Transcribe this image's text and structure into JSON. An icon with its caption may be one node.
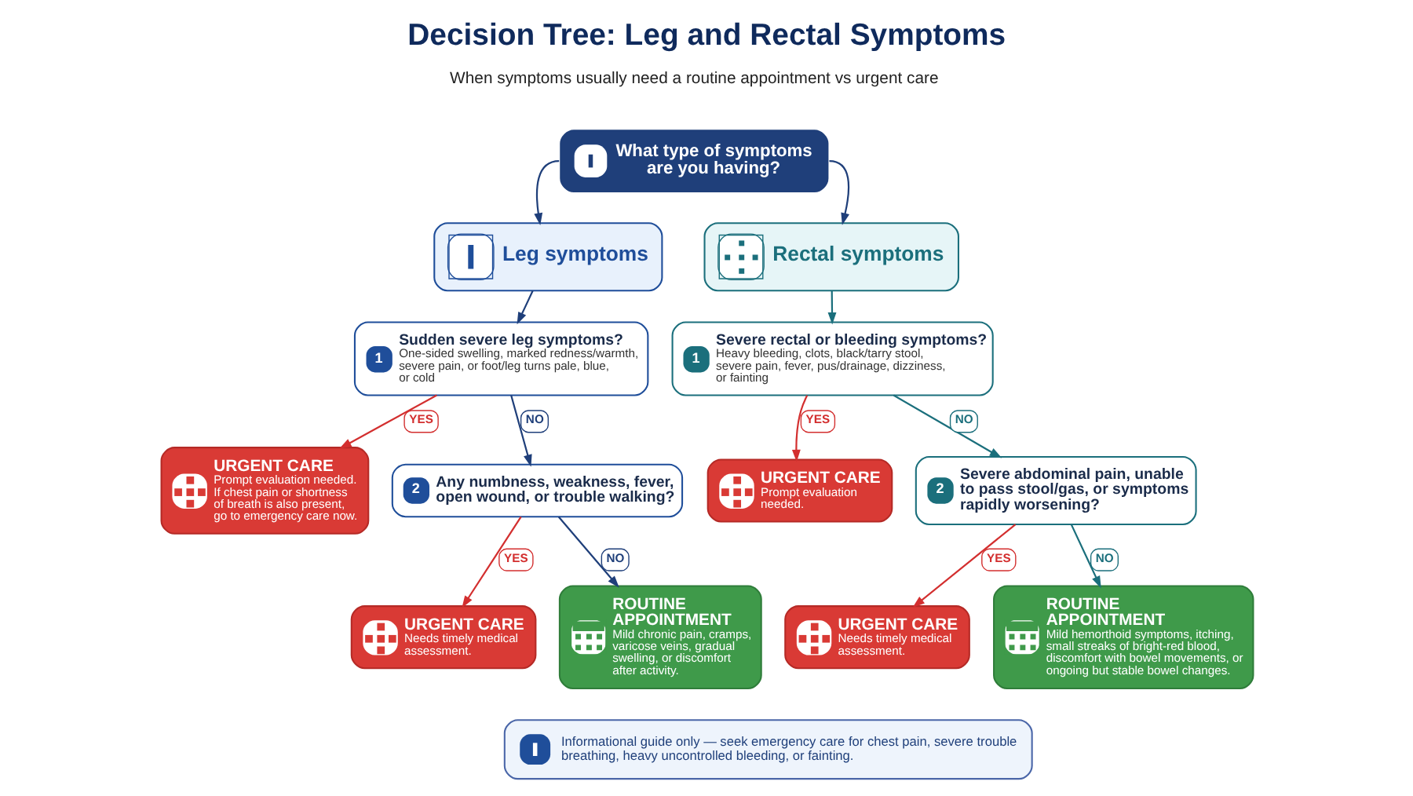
{
  "diagram": {
    "title": "Decision Tree: Leg and Rectal Symptoms",
    "nodes": [
      {
        "text": [
          "What type of symptoms are you having?"
        ]
      },
      {
        "text": [
          "Leg symptoms"
        ]
      },
      {
        "text": [
          "1",
          "Sudden severe leg symptoms?",
          "One-sided swelling, marked redness/warmth, severe pain, or foot/leg turns pale, blue, or cold"
        ]
      },
      {
        "text": [
          "URGENT CARE",
          "Prompt evaluation needed. If chest pain or shortness of breath is also present, go to emergency care now."
        ]
      },
      {
        "text": [
          "2",
          "Any numbness, weakness, fever, open wound, or trouble walking?"
        ]
      },
      {
        "text": [
          "URGENT CARE",
          "Needs timely medical assessment."
        ]
      },
      {
        "text": [
          "ROUTINE APPOINTMENT",
          "Mild chronic pain, cramps, varicose veins, gradual swelling, or discomfort after activity."
        ]
      },
      {
        "text": [
          "Rectal symptoms"
        ]
      },
      {
        "text": [
          "1",
          "Severe rectal or bleeding symptoms?",
          "Heavy bleeding, clots, black/tarry stool, severe pain, fever, pus/drainage, dizziness, or fainting"
        ]
      },
      {
        "text": [
          "URGENT CARE",
          "Prompt evaluation needed."
        ]
      },
      {
        "text": [
          "2",
          "Severe abdominal pain, unable to pass stool/gas, or symptoms rapidly worsening?"
        ]
      },
      {
        "text": [
          "URGENT CARE",
          "Needs timely medical assessment."
        ]
      },
      {
        "text": [
          "ROUTINE APPOINTMENT",
          "Mild hemorthoid symptoms, itching, small streaks of bright-red blood, discomfort with bowel movements, or ongoing but stable bowel changes."
        ]
      },
      {
        "text": [
          "Informational guide only — seek emergency care for chest pain, severe trouble breathing, heavy uncontrolled bleeding, or fainting."
        ]
      }
    ],
    "edges": [
      {
        "from": 0,
        "to": 1,
        "arrow": "to"
      },
      {
        "from": 0,
        "to": 7,
        "arrow": "to"
      },
      {
        "from": 1,
        "to": 2,
        "arrow": "to"
      },
      {
        "from": 2,
        "to": 3,
        "arrow": "to",
        "label": "YES",
        "color": "#d32f2f"
      },
      {
        "from": 2,
        "to": 4,
        "arrow": "to",
        "label": "NO"
      },
      {
        "from": 4,
        "to": 5,
        "arrow": "to",
        "label": "YES",
        "color": "#d32f2f"
      },
      {
        "from": 4,
        "to": 6,
        "arrow": "to",
        "label": "NO"
      },
      {
        "from": 7,
        "to": 8,
        "arrow": "to",
        "color": "#1b6f7c"
      },
      {
        "from": 8,
        "to": 9,
        "arrow": "to",
        "label": "YES",
        "color": "#d32f2f"
      },
      {
        "from": 8,
        "to": 10,
        "arrow": "to",
        "label": "NO",
        "color": "#1b6f7c"
      },
      {
        "from": 10,
        "to": 11,
        "arrow": "to",
        "label": "YES",
        "color": "#d32f2f"
      },
      {
        "from": 10,
        "to": 12,
        "arrow": "to",
        "label": "NO",
        "color": "#1b6f7c"
      }
    ],
    "labels": [
      "When symptoms usually need a routine appointment vs urgent care"
    ]
  }
}
